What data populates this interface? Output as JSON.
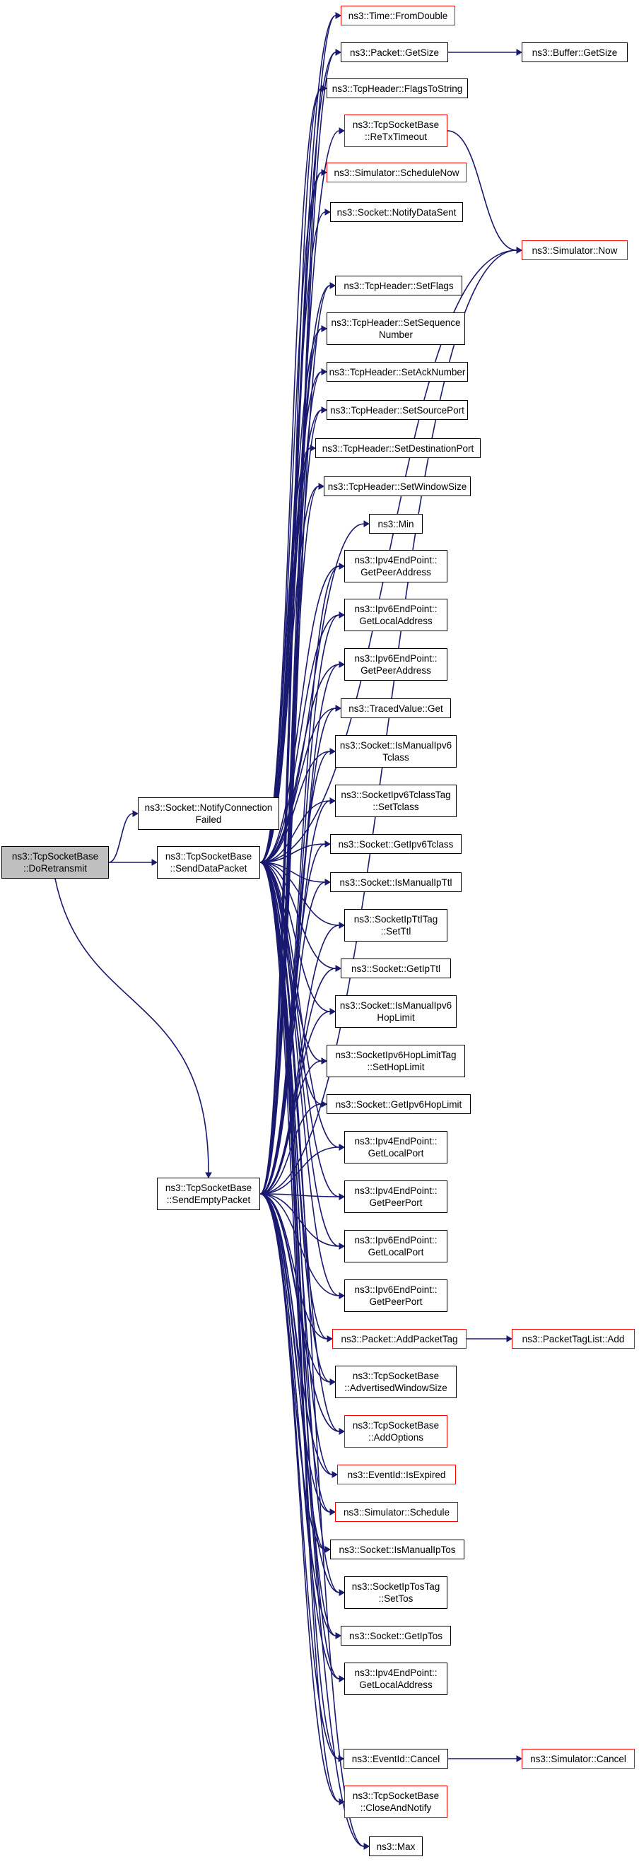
{
  "colors": {
    "edge": "#191970",
    "border": "#000000",
    "truncated_border": "#ff0000",
    "root_fill": "#bfbfbf"
  },
  "nodes": {
    "doretransmit": {
      "label": "ns3::TcpSocketBase\n::DoRetransmit"
    },
    "notifyconnectionfailed": {
      "label": "ns3::Socket::NotifyConnection\nFailed"
    },
    "senddatapacket": {
      "label": "ns3::TcpSocketBase\n::SendDataPacket"
    },
    "sendemptypacket": {
      "label": "ns3::TcpSocketBase\n::SendEmptyPacket"
    },
    "time_fromdouble": {
      "label": "ns3::Time::FromDouble"
    },
    "packet_getsize": {
      "label": "ns3::Packet::GetSize"
    },
    "buffer_getsize": {
      "label": "ns3::Buffer::GetSize"
    },
    "flagstostring": {
      "label": "ns3::TcpHeader::FlagsToString"
    },
    "retxtimeout": {
      "label": "ns3::TcpSocketBase\n::ReTxTimeout"
    },
    "schedulenow": {
      "label": "ns3::Simulator::ScheduleNow"
    },
    "notifydatasent": {
      "label": "ns3::Socket::NotifyDataSent"
    },
    "simulator_now": {
      "label": "ns3::Simulator::Now"
    },
    "setflags": {
      "label": "ns3::TcpHeader::SetFlags"
    },
    "setsequencenumber": {
      "label": "ns3::TcpHeader::SetSequence\nNumber"
    },
    "setacknumber": {
      "label": "ns3::TcpHeader::SetAckNumber"
    },
    "setsourceport": {
      "label": "ns3::TcpHeader::SetSourcePort"
    },
    "setdestinationport": {
      "label": "ns3::TcpHeader::SetDestinationPort"
    },
    "setwindowsize": {
      "label": "ns3::TcpHeader::SetWindowSize"
    },
    "min": {
      "label": "ns3::Min"
    },
    "ipv4_getpeeraddress": {
      "label": "ns3::Ipv4EndPoint::\nGetPeerAddress"
    },
    "ipv6_getlocaladdress": {
      "label": "ns3::Ipv6EndPoint::\nGetLocalAddress"
    },
    "ipv6_getpeeraddress": {
      "label": "ns3::Ipv6EndPoint::\nGetPeerAddress"
    },
    "tracedvalue_get": {
      "label": "ns3::TracedValue::Get"
    },
    "ismanualipv6tclass": {
      "label": "ns3::Socket::IsManualIpv6\nTclass"
    },
    "settclass": {
      "label": "ns3::SocketIpv6TclassTag\n::SetTclass"
    },
    "getipv6tclass": {
      "label": "ns3::Socket::GetIpv6Tclass"
    },
    "ismanualipttl": {
      "label": "ns3::Socket::IsManualIpTtl"
    },
    "setttl": {
      "label": "ns3::SocketIpTtlTag\n::SetTtl"
    },
    "getipttl": {
      "label": "ns3::Socket::GetIpTtl"
    },
    "ismanualipv6hoplimit": {
      "label": "ns3::Socket::IsManualIpv6\nHopLimit"
    },
    "sethoplimit": {
      "label": "ns3::SocketIpv6HopLimitTag\n::SetHopLimit"
    },
    "getipv6hoplimit": {
      "label": "ns3::Socket::GetIpv6HopLimit"
    },
    "ipv4_getlocalport": {
      "label": "ns3::Ipv4EndPoint::\nGetLocalPort"
    },
    "ipv4_getpeerport": {
      "label": "ns3::Ipv4EndPoint::\nGetPeerPort"
    },
    "ipv6_getlocalport": {
      "label": "ns3::Ipv6EndPoint::\nGetLocalPort"
    },
    "ipv6_getpeerport": {
      "label": "ns3::Ipv6EndPoint::\nGetPeerPort"
    },
    "addpackettag": {
      "label": "ns3::Packet::AddPacketTag"
    },
    "packettaglist_add": {
      "label": "ns3::PacketTagList::Add"
    },
    "advertisedwindowsize": {
      "label": "ns3::TcpSocketBase\n::AdvertisedWindowSize"
    },
    "addoptions": {
      "label": "ns3::TcpSocketBase\n::AddOptions"
    },
    "isexpired": {
      "label": "ns3::EventId::IsExpired"
    },
    "simulator_schedule": {
      "label": "ns3::Simulator::Schedule"
    },
    "ismanualiptos": {
      "label": "ns3::Socket::IsManualIpTos"
    },
    "settos": {
      "label": "ns3::SocketIpTosTag\n::SetTos"
    },
    "getiptos": {
      "label": "ns3::Socket::GetIpTos"
    },
    "ipv4_getlocaladdress": {
      "label": "ns3::Ipv4EndPoint::\nGetLocalAddress"
    },
    "eventid_cancel": {
      "label": "ns3::EventId::Cancel"
    },
    "simulator_cancel": {
      "label": "ns3::Simulator::Cancel"
    },
    "closeandnotify": {
      "label": "ns3::TcpSocketBase\n::CloseAndNotify"
    },
    "max": {
      "label": "ns3::Max"
    }
  }
}
